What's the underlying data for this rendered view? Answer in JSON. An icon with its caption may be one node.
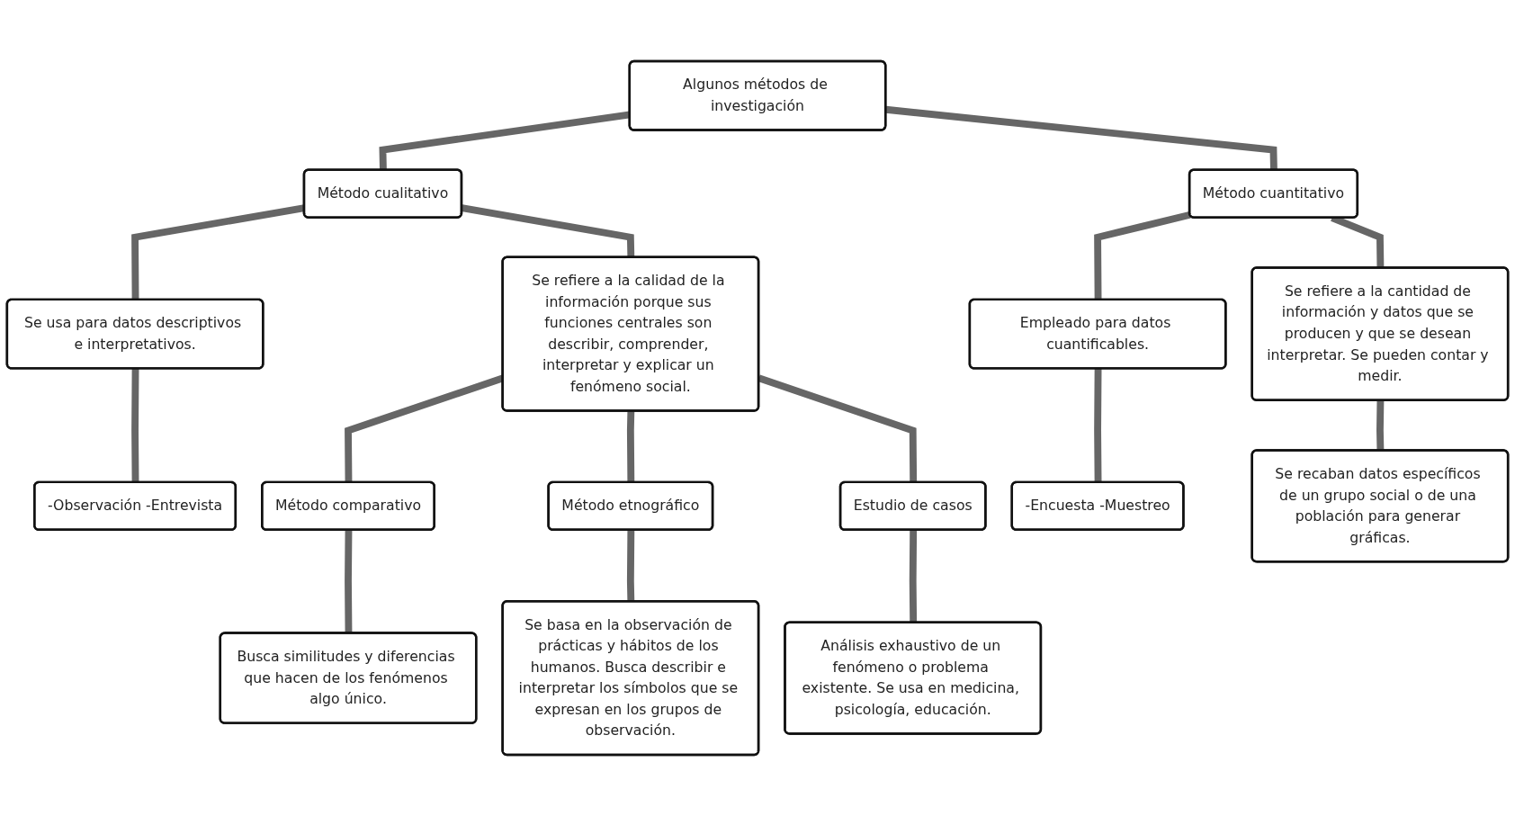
{
  "diagram": {
    "nodes": [
      {
        "text": [
          "Algunos métodos de investigación"
        ]
      },
      {
        "text": [
          "Método cualitativo"
        ]
      },
      {
        "text": [
          "Método cuantitativo"
        ]
      },
      {
        "text": [
          "Empleado para datos cuantificables."
        ]
      },
      {
        "text": [
          "Se usa para datos descriptivos e interpretativos."
        ]
      },
      {
        "text": [
          "Se refiere a la calidad de la información porque sus funciones centrales son describir, comprender, interpretar y explicar un fenómeno social."
        ]
      },
      {
        "text": [
          "Se refiere a la cantidad de información y datos que se producen y que se desean interpretar. Se pueden contar y medir."
        ]
      },
      {
        "text": [
          "-Encuesta -Muestreo"
        ]
      },
      {
        "text": [
          "-Observación -Entrevista"
        ]
      },
      {
        "text": [
          "Se recaban datos específicos de un grupo social o de una población para generar gráficas."
        ]
      },
      {
        "text": [
          "Método comparativo"
        ]
      },
      {
        "text": [
          "Método etnográfico"
        ]
      },
      {
        "text": [
          "Estudio de casos"
        ]
      },
      {
        "text": [
          "Busca similitudes y diferencias que hacen de los fenómenos algo único."
        ]
      },
      {
        "text": [
          "Se basa en la observación de prácticas y hábitos de los humanos. Busca describir e interpretar los símbolos que se expresan en los grupos de observación."
        ]
      },
      {
        "text": [
          "Análisis exhaustivo de un fenómeno o problema existente. Se usa en medicina, psicología, educación."
        ]
      }
    ],
    "edges": [
      {
        "from": 0,
        "to": 1,
        "arrow": "none"
      },
      {
        "from": 0,
        "to": 2,
        "arrow": "none"
      },
      {
        "from": 2,
        "to": 3,
        "arrow": "none"
      },
      {
        "from": 1,
        "to": 4,
        "arrow": "none"
      },
      {
        "from": 1,
        "to": 5,
        "arrow": "none"
      },
      {
        "from": 2,
        "to": 6,
        "arrow": "none"
      },
      {
        "from": 3,
        "to": 7,
        "arrow": "none"
      },
      {
        "from": 4,
        "to": 8,
        "arrow": "none"
      },
      {
        "from": 6,
        "to": 9,
        "arrow": "none"
      },
      {
        "from": 5,
        "to": 10,
        "arrow": "none"
      },
      {
        "from": 5,
        "to": 11,
        "arrow": "none"
      },
      {
        "from": 5,
        "to": 12,
        "arrow": "none"
      },
      {
        "from": 10,
        "to": 13,
        "arrow": "none"
      },
      {
        "from": 11,
        "to": 14,
        "arrow": "none"
      },
      {
        "from": 12,
        "to": 15,
        "arrow": "none"
      }
    ]
  }
}
